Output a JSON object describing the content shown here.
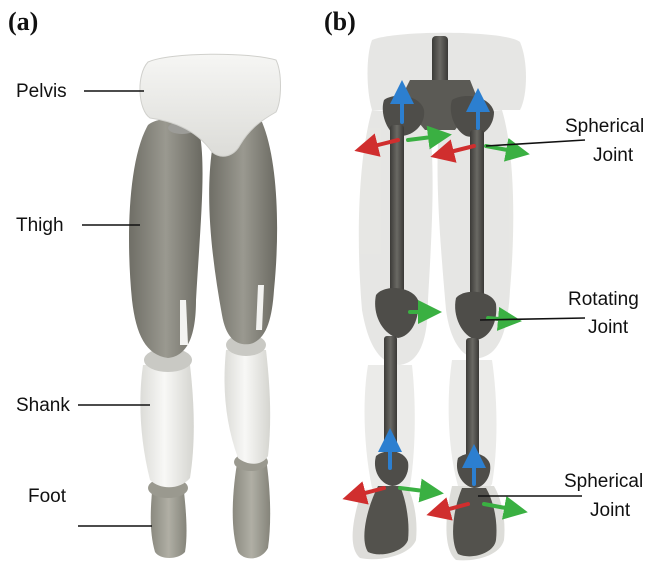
{
  "panels": [
    {
      "id": "a",
      "label": "(a)"
    },
    {
      "id": "b",
      "label": "(b)"
    }
  ],
  "labels_a": [
    "Pelvis",
    "Thigh",
    "Shank",
    "Foot"
  ],
  "labels_b": [
    {
      "lines": [
        "Spherical",
        "Joint"
      ]
    },
    {
      "lines": [
        "Rotating",
        "Joint"
      ]
    },
    {
      "lines": [
        "Spherical",
        "Joint"
      ]
    }
  ],
  "colors": {
    "pelvis": "#ebebe8",
    "thigh": "#8c8b82",
    "shank": "#efefec",
    "foot": "#a2a196",
    "frame": "#4a4945",
    "ghost": "#c9c9c4",
    "axis_up": "#2c7fd0",
    "axis_red": "#d02e2e",
    "axis_green": "#3ab042"
  }
}
